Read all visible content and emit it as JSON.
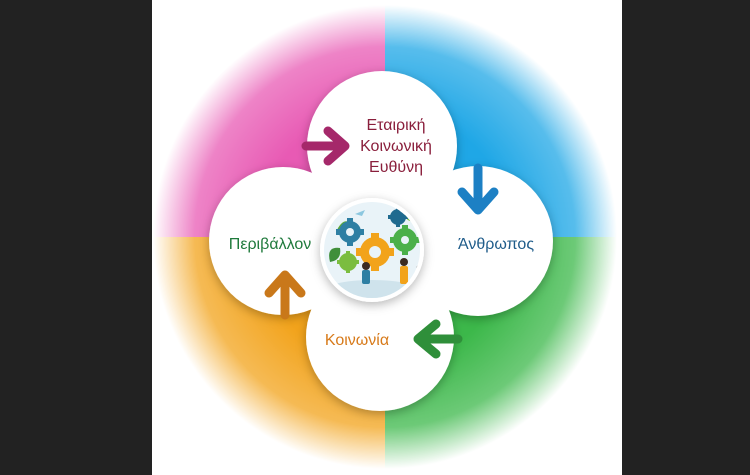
{
  "diagram": {
    "center_illustration": "gears-teamwork-illustration",
    "nodes": [
      {
        "id": "csr",
        "lines": [
          "Εταιρική",
          "Κοινωνική",
          "Ευθύνη"
        ],
        "color": "#8a1f3c"
      },
      {
        "id": "human",
        "lines": [
          "Άνθρωπος"
        ],
        "color": "#1f5c8a"
      },
      {
        "id": "society",
        "lines": [
          "Κοινωνία"
        ],
        "color": "#d77a1a"
      },
      {
        "id": "environment",
        "lines": [
          "Περιβάλλον"
        ],
        "color": "#1f7a3c"
      }
    ],
    "quadrant_colors": {
      "top_left": "#e85ab4",
      "top_right": "#1fa7e6",
      "bottom_left": "#f2a31b",
      "bottom_right": "#3cb84a"
    },
    "arrow_colors": {
      "csr": "#a5286a",
      "human": "#1d80c4",
      "society": "#2f8f3a",
      "environment": "#c9781a"
    }
  }
}
